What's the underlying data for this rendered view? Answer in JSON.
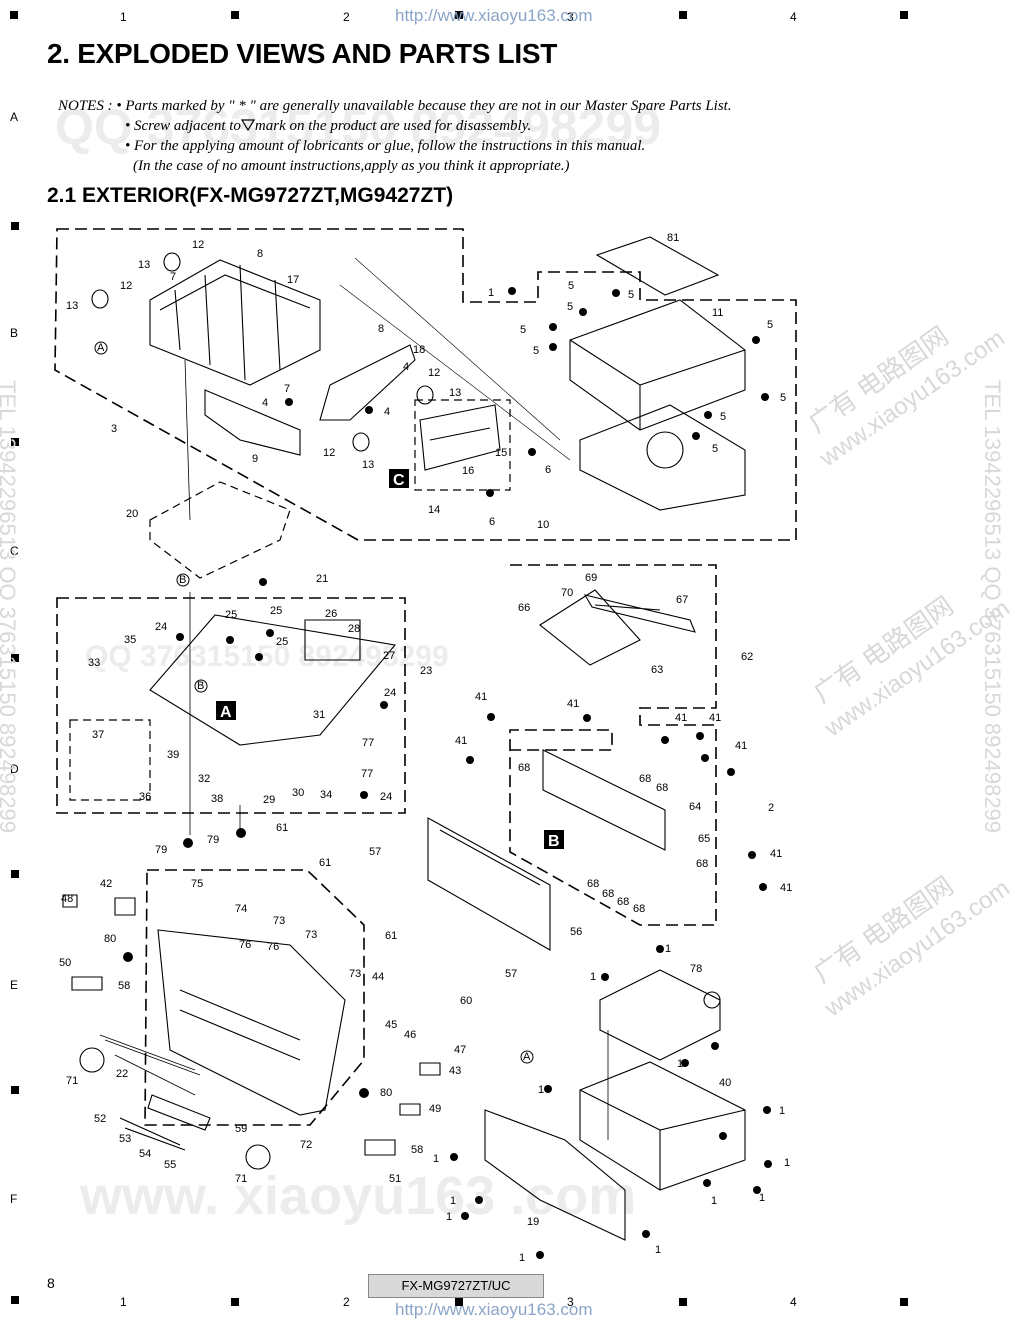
{
  "header": {
    "url_watermark": "http://www.xiaoyu163.com",
    "columns": [
      "1",
      "2",
      "3",
      "4"
    ],
    "rows": [
      "A",
      "B",
      "C",
      "D",
      "E",
      "F"
    ]
  },
  "page_title": "2. EXPLODED VIEWS AND PARTS LIST",
  "notes": {
    "line1": "NOTES : • Parts marked by  \" * \"  are generally unavailable because they are not in our Master Spare Parts List.",
    "line2": "• Screw adjacent to",
    "line2b": "mark on the product are used for disassembly.",
    "line3": "• For the applying amount of lobricants or glue, follow the instructions in this manual.",
    "line4": "(In the case of no amount instructions,apply as you think it appropriate.)"
  },
  "section_title": "2.1  EXTERIOR(FX-MG9727ZT,MG9427ZT)",
  "watermarks": {
    "qq": "QQ  376315150  892498299",
    "site": "www. xiaoyu163 .com",
    "cn_site": "广有  电路图网",
    "cn_url": "www.xiaoyu163.com",
    "side_tel": "TEL 13942296513  QQ 376315150  892498299"
  },
  "diagram": {
    "block_labels": {
      "A": "A",
      "B": "B",
      "C": "C"
    },
    "circle_refs": [
      "A",
      "B"
    ]
  },
  "footer": {
    "page_number": "8",
    "model": "FX-MG9727ZT/UC",
    "url": "http://www.xiaoyu163.com"
  }
}
